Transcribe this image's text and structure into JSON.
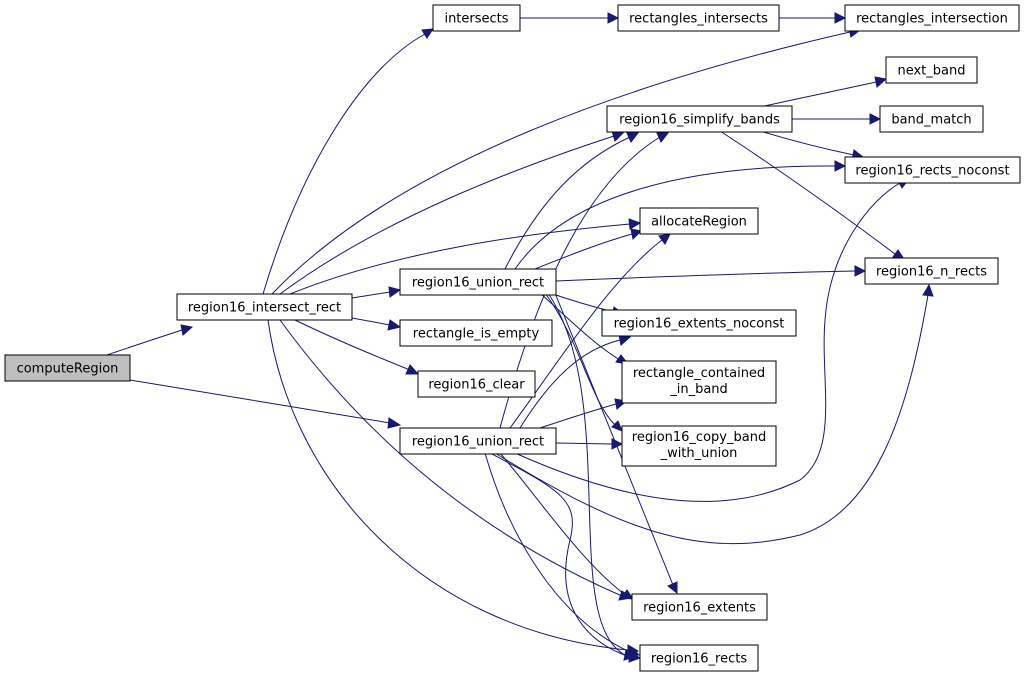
{
  "colors": {
    "edge": "#191970",
    "root_fill": "#bfbfbf",
    "node_fill": "#ffffff",
    "border": "#000000"
  },
  "nodes": {
    "computeRegion": [
      "computeRegion"
    ],
    "r16_intersect_rect": [
      "region16_intersect_rect"
    ],
    "intersects": [
      "intersects"
    ],
    "rectangles_intersects": [
      "rectangles_intersects"
    ],
    "rectangles_intersection": [
      "rectangles_intersection"
    ],
    "next_band": [
      "next_band"
    ],
    "r16_simplify_bands": [
      "region16_simplify_bands"
    ],
    "band_match": [
      "band_match"
    ],
    "r16_rects_noconst": [
      "region16_rects_noconst"
    ],
    "allocateRegion": [
      "allocateRegion"
    ],
    "r16_union_rect_a": [
      "region16_union_rect"
    ],
    "r16_n_rects": [
      "region16_n_rects"
    ],
    "rectangle_is_empty": [
      "rectangle_is_empty"
    ],
    "r16_extents_noconst": [
      "region16_extents_noconst"
    ],
    "r16_clear": [
      "region16_clear"
    ],
    "rectangle_contained_in_band": [
      "rectangle_contained",
      "_in_band"
    ],
    "r16_union_rect_b": [
      "region16_union_rect"
    ],
    "r16_copy_band_with_union": [
      "region16_copy_band",
      "_with_union"
    ],
    "r16_extents": [
      "region16_extents"
    ],
    "r16_rects": [
      "region16_rects"
    ]
  }
}
